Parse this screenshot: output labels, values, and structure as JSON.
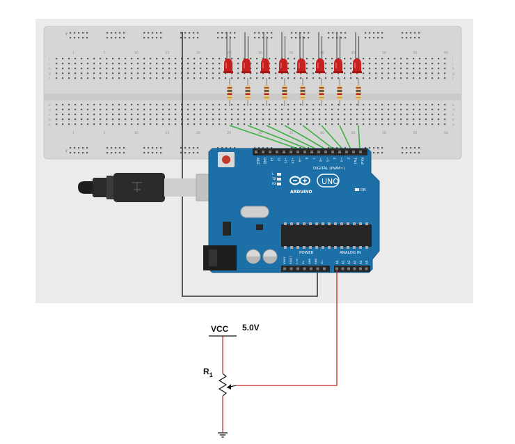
{
  "breadboard": {
    "row_letters": [
      "j",
      "i",
      "h",
      "g",
      "f",
      "e",
      "d",
      "c",
      "b",
      "a"
    ],
    "column_numbers": [
      "1",
      "5",
      "10",
      "15",
      "20",
      "25",
      "30",
      "35",
      "40",
      "45",
      "50",
      "55",
      "60"
    ],
    "plus_symbol": "+",
    "minus_symbol": "−"
  },
  "leds": {
    "count": 8,
    "color": "#c8201e"
  },
  "resistors": {
    "count": 8,
    "body_color": "#e3c590",
    "band_colors": [
      "#a84a18",
      "#222222",
      "#b01818"
    ]
  },
  "wires": {
    "digital_color": "#3cb043",
    "ground_color": "#333333",
    "analog_color": "#cc2222"
  },
  "arduino": {
    "board_color": "#1d6fa8",
    "logo_text": "ARDUINO",
    "model_text": "UNO",
    "digital_label": "DIGITAL (PWM~)",
    "power_label": "POWER",
    "analog_label": "ANALOG IN",
    "pin_labels": [
      "AREF",
      "GND",
      "13",
      "12",
      "~11",
      "~10",
      "~9",
      "8",
      "7",
      "~6",
      "~5",
      "4",
      "~3",
      "2",
      "TX▸1",
      "RX◂0"
    ],
    "analog_pins": [
      "A0",
      "A1",
      "A2",
      "A3",
      "A4",
      "A5"
    ],
    "power_pins": [
      "IOREF",
      "RESET",
      "3.3V",
      "5V",
      "GND",
      "GND",
      "Vin"
    ],
    "led_labels": [
      "L",
      "TX",
      "RX"
    ],
    "on_label": "ON"
  },
  "usb_cable": {
    "color": "#2b2b2b"
  },
  "schematic": {
    "vcc_label": "VCC",
    "voltage_label": "5.0V",
    "resistor_label": "R",
    "resistor_subscript": "1"
  }
}
